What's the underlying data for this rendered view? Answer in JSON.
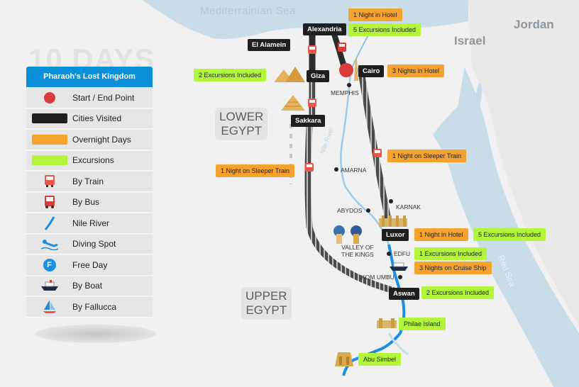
{
  "map_title": {
    "days_watermark": "10 DAYS"
  },
  "geography": {
    "sea_north": "Mediterrainian Sea",
    "sea_east": "Red Sea",
    "river": "Nile River",
    "countries": [
      "Israel",
      "Jordan"
    ],
    "regions": {
      "lower_line1": "LOWER",
      "lower_line2": "EGYPT",
      "upper_line1": "UPPER",
      "upper_line2": "EGYPT"
    }
  },
  "cities": {
    "alexandria": "Alexandria",
    "el_alamein": "El Alamein",
    "giza": "Giza",
    "cairo": "Cairo",
    "sakkara": "Sakkara",
    "luxor": "Luxor",
    "aswan": "Aswan"
  },
  "points_of_interest": {
    "memphis": "MEMPHIS",
    "amarna": "AMARNA",
    "abydos": "ABYDOS",
    "karnak": "KARNAK",
    "valley_line1": "VALLEY OF",
    "valley_line2": "THE KINGS",
    "edfu": "EDFU",
    "kom_umbu": "KOM UMBU"
  },
  "tags": {
    "alex_hotel": "1 Night in Hotel",
    "alex_excursions": "5 Excursions Included",
    "cairo_hotel": "3 Nights in Hotel",
    "giza_excursions": "2 Excursions Included",
    "sleeper_east": "1 Night on Sleeper Train",
    "sleeper_west": "1 Night on Sleeper Train",
    "luxor_hotel": "1 Night in Hotel",
    "luxor_excursions": "5 Excursions Included",
    "edfu_excursions": "1 Excursions Included",
    "cruise": "3 Nights on Cruise Ship",
    "aswan_excursions": "2 Excursions Included",
    "philae": "Philae Island",
    "abu_simbel": "Abu Simbel"
  },
  "legend": {
    "title": "Pharaoh's Lost Kingdom",
    "items": [
      {
        "label": "Start / End Point",
        "icon": "red-circle"
      },
      {
        "label": "Cities Visited",
        "icon": "black-bar"
      },
      {
        "label": "Overnight Days",
        "icon": "orange-bar"
      },
      {
        "label": "Excursions",
        "icon": "green-bar"
      },
      {
        "label": "By Train",
        "icon": "train-icon"
      },
      {
        "label": "By Bus",
        "icon": "bus-icon"
      },
      {
        "label": "Nile River",
        "icon": "river-icon"
      },
      {
        "label": "Diving Spot",
        "icon": "diver-icon"
      },
      {
        "label": "Free Day",
        "icon": "free-day-icon"
      },
      {
        "label": "By Boat",
        "icon": "boat-icon"
      },
      {
        "label": "By Fallucca",
        "icon": "sailboat-icon"
      }
    ]
  },
  "free_day_letter": "F",
  "colors": {
    "legend_header": "#0a8fd8",
    "start_end": "#d93a3a",
    "city": "#1f1f1f",
    "overnight": "#f4a230",
    "excursion": "#b3f53a",
    "water": "#c9dde9",
    "nile": "#1a8fe3"
  }
}
